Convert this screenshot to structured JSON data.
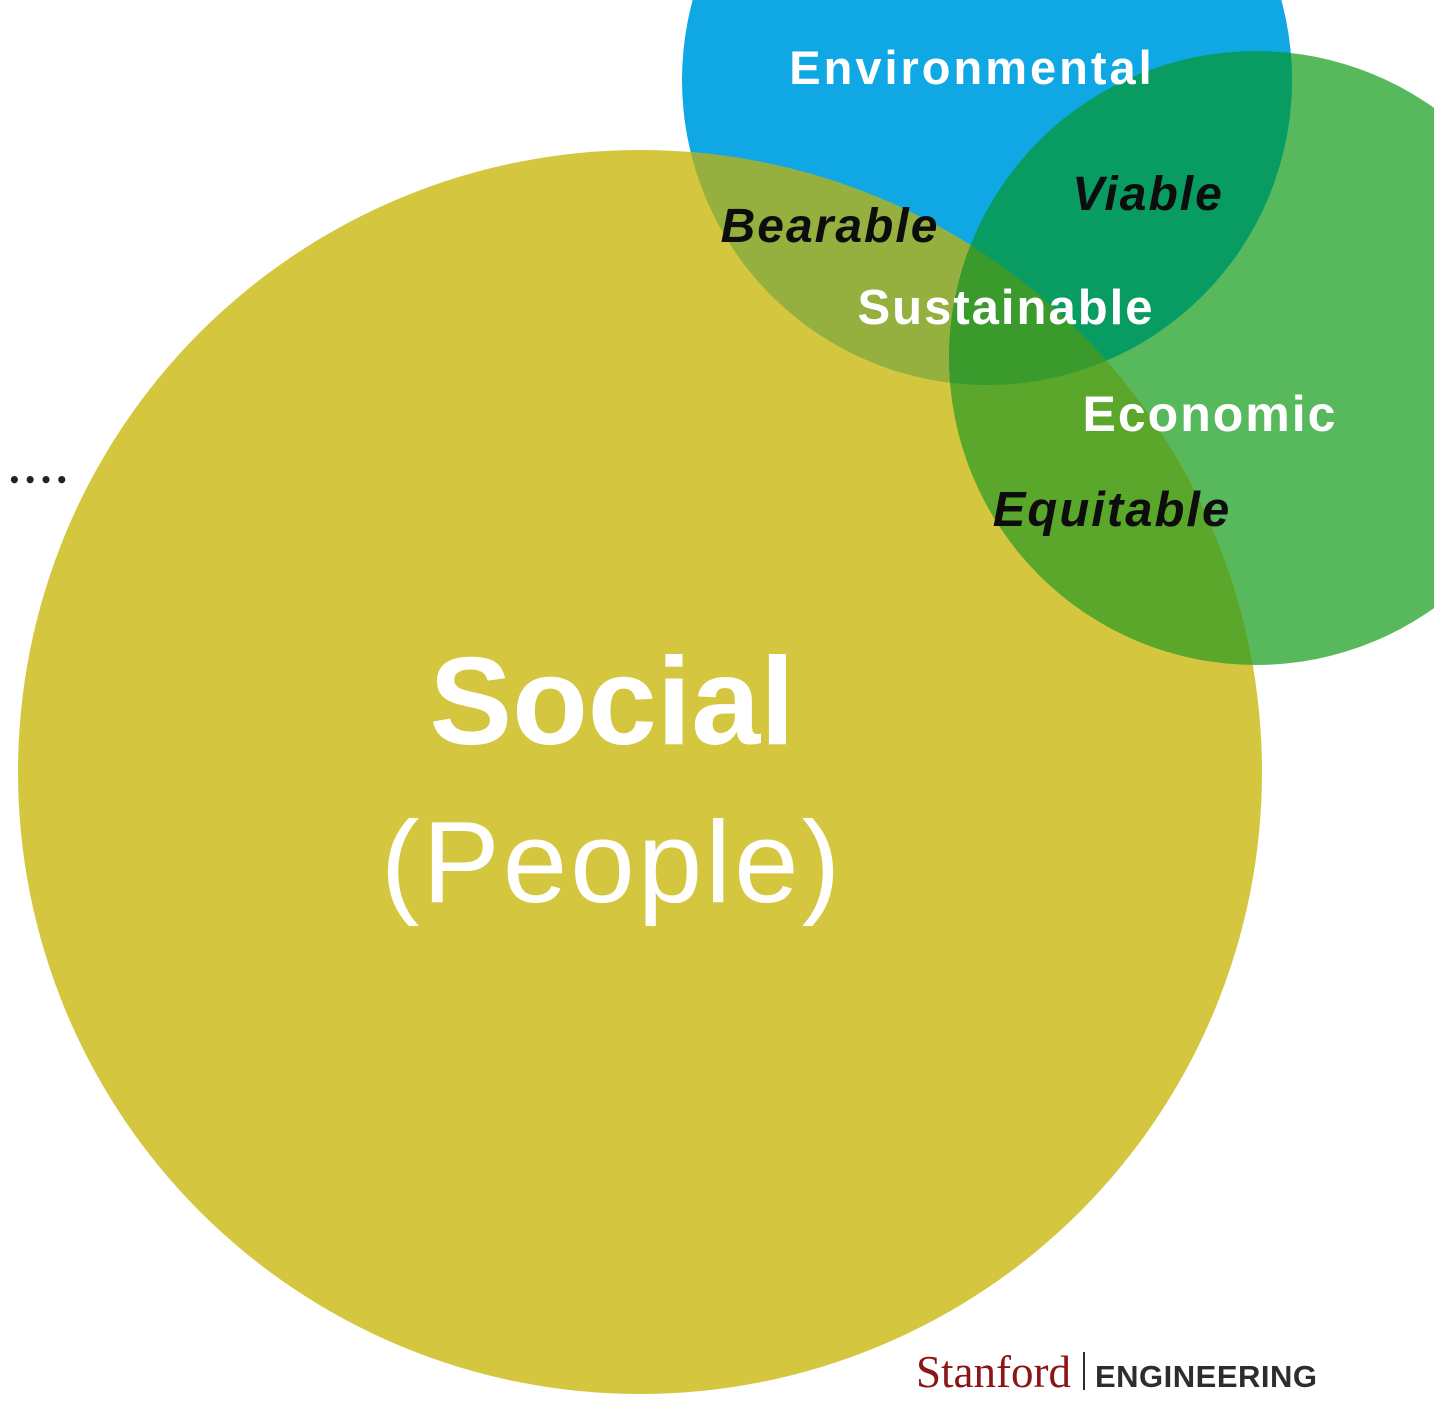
{
  "diagram": {
    "circles": {
      "social": {
        "title": "Social",
        "subtitle": "(People)",
        "color": "#d4c73f"
      },
      "environmental": {
        "label": "Environmental",
        "color": "#0fa8e4"
      },
      "economic": {
        "label": "Economic",
        "color": "#58b85c"
      }
    },
    "intersections": {
      "social_environmental": "Bearable",
      "environmental_economic": "Viable",
      "social_economic": "Equitable",
      "all_three": "Sustainable"
    },
    "overlap_colors": {
      "social_environmental": "#96b03f",
      "environmental_economic": "#089c63",
      "social_economic": "#5aa72b",
      "all_three": "#3a9a2c"
    }
  },
  "branding": {
    "wordmark": "Stanford",
    "department": "ENGINEERING",
    "wordmark_color": "#8c1515"
  },
  "fragment": {
    "text": "••••"
  }
}
